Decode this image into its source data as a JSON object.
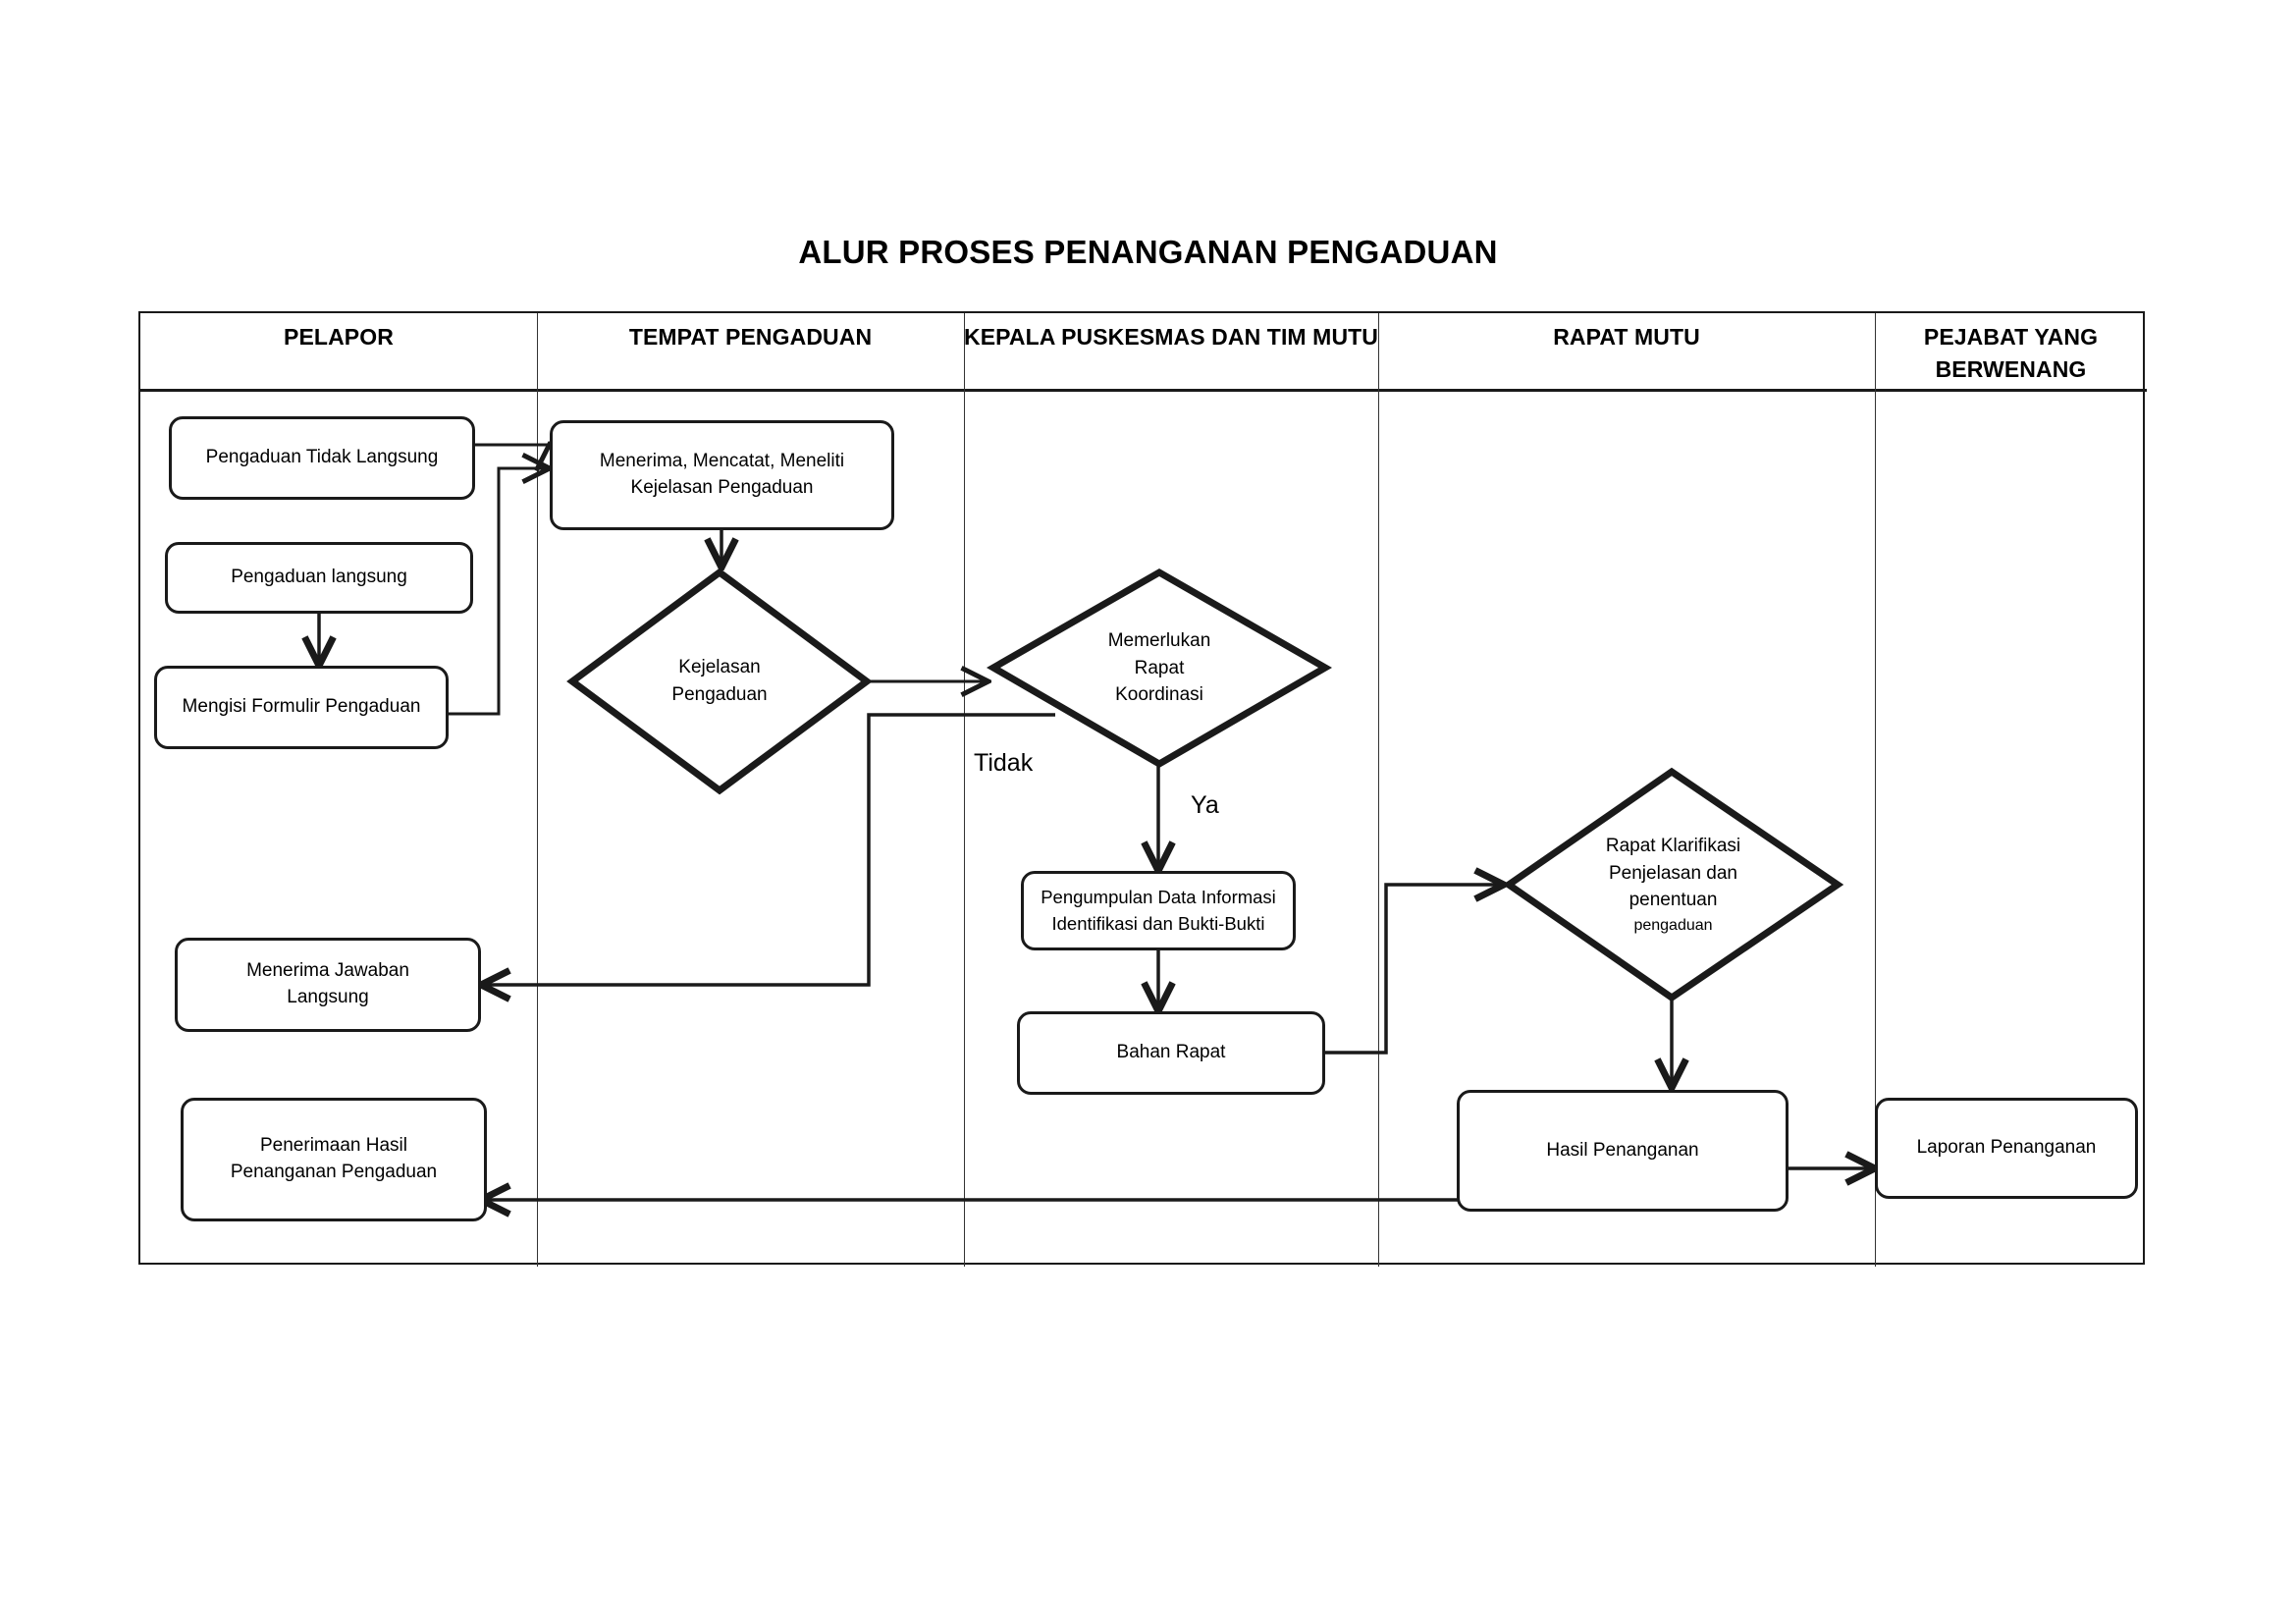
{
  "title": "ALUR PROSES PENANGANAN PENGADUAN",
  "lanes": [
    {
      "id": "pelapor",
      "label": "PELAPOR"
    },
    {
      "id": "tempat-pengaduan",
      "label": "TEMPAT PENGADUAN"
    },
    {
      "id": "kepala-puskesmas",
      "label": "KEPALA PUSKESMAS DAN TIM MUTU"
    },
    {
      "id": "rapat-mutu",
      "label": "RAPAT MUTU"
    },
    {
      "id": "pejabat-berwenang",
      "label": "PEJABAT YANG BERWENANG"
    }
  ],
  "nodes": {
    "pengaduan_tidak_langsung": "Pengaduan Tidak Langsung",
    "pengaduan_langsung": "Pengaduan langsung",
    "mengisi_formulir": "Mengisi Formulir Pengaduan",
    "menerima_mencatat_l1": "Menerima, Mencatat, Meneliti",
    "menerima_mencatat_l2": "Kejelasan Pengaduan",
    "kejelasan_l1": "Kejelasan",
    "kejelasan_l2": "Pengaduan",
    "memerlukan_l1": "Memerlukan",
    "memerlukan_l2": "Rapat",
    "memerlukan_l3": "Koordinasi",
    "pengumpulan_l1": "Pengumpulan Data Informasi",
    "pengumpulan_l2": "Identifikasi dan Bukti-Bukti",
    "bahan_rapat": "Bahan Rapat",
    "rapat_klarifikasi_l1": "Rapat Klarifikasi",
    "rapat_klarifikasi_l2": "Penjelasan dan",
    "rapat_klarifikasi_l3": "penentuan",
    "rapat_klarifikasi_l4": "pengaduan",
    "menerima_jawaban_l1": "Menerima Jawaban",
    "menerima_jawaban_l2": "Langsung",
    "penerimaan_hasil_l1": "Penerimaan Hasil",
    "penerimaan_hasil_l2": "Penanganan Pengaduan",
    "hasil_penanganan": "Hasil Penanganan",
    "laporan_penanganan": "Laporan Penanganan"
  },
  "edge_labels": {
    "tidak": "Tidak",
    "ya": "Ya"
  },
  "colors": {
    "stroke": "#1a1a1a",
    "background": "#ffffff",
    "text": "#000000"
  }
}
